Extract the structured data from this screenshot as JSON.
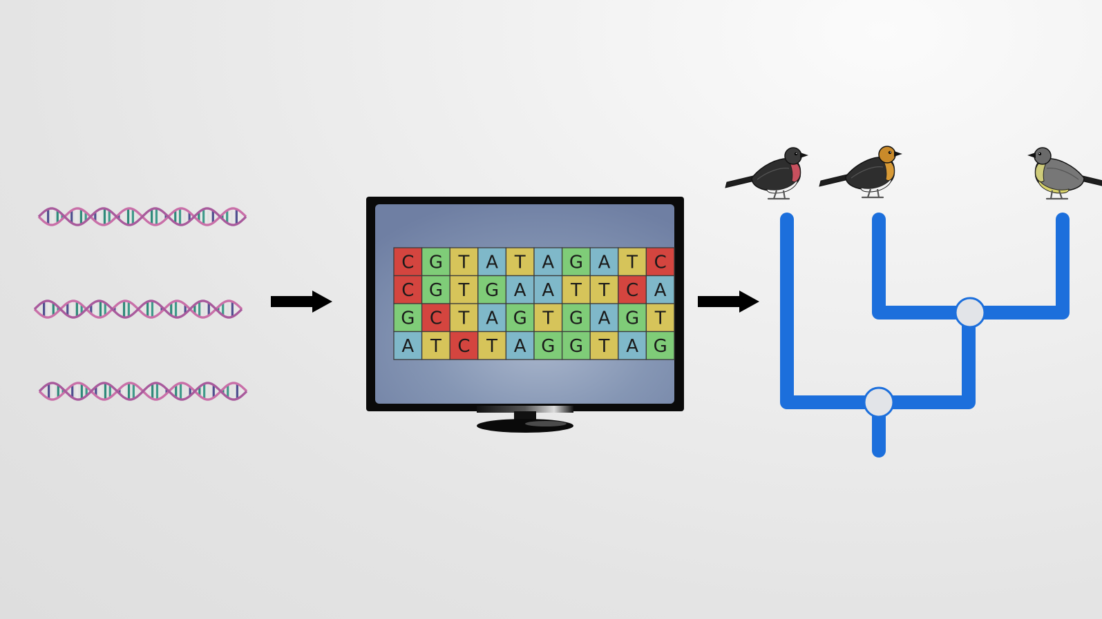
{
  "alignment": {
    "rows": [
      [
        "C",
        "G",
        "T",
        "A",
        "T",
        "A",
        "G",
        "A",
        "T",
        "C"
      ],
      [
        "C",
        "G",
        "T",
        "G",
        "A",
        "A",
        "T",
        "T",
        "C",
        "A"
      ],
      [
        "G",
        "C",
        "T",
        "A",
        "G",
        "T",
        "G",
        "A",
        "G",
        "T"
      ],
      [
        "A",
        "T",
        "C",
        "T",
        "A",
        "G",
        "G",
        "T",
        "A",
        "G"
      ]
    ]
  },
  "colors": {
    "A": "#7fb8c9",
    "C": "#d4453f",
    "G": "#7fcc78",
    "T": "#d6c45a",
    "tree": "#1c6fdc",
    "node_fill": "#e2e4e8",
    "arrow": "#000000"
  },
  "dna_strands": [
    {
      "name": "dna-strand-1"
    },
    {
      "name": "dna-strand-2"
    },
    {
      "name": "dna-strand-3"
    }
  ],
  "birds": [
    {
      "name": "bird-red-throat-icon",
      "head": "#3a3a3a",
      "throat": "#c8505e",
      "body": "#2e2e2e",
      "belly": "#f2f2f2"
    },
    {
      "name": "bird-orange-head-icon",
      "head": "#c98a2a",
      "throat": "#d89a36",
      "body": "#2e2e2e",
      "belly": "#f2f2f2"
    },
    {
      "name": "bird-grey-yellow-icon",
      "head": "#6a6a6a",
      "throat": "#cfcc7a",
      "body": "#777777",
      "belly": "#d8d26a"
    }
  ]
}
